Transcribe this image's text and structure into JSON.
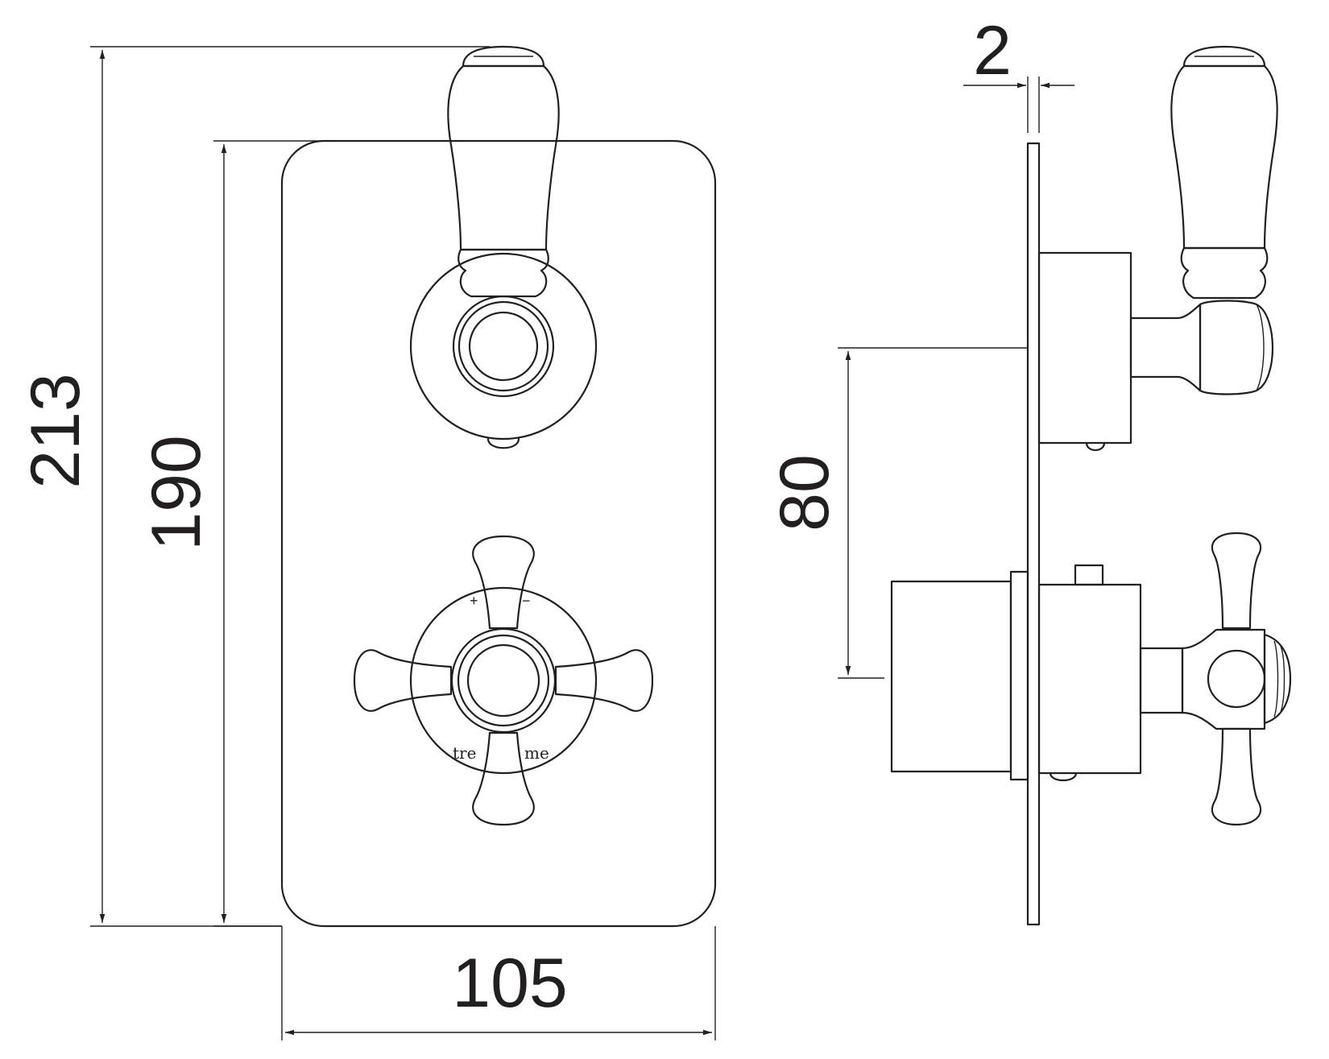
{
  "dimensions": {
    "overall_height": "213",
    "plate_height": "190",
    "plate_width": "105",
    "handle_spacing": "80",
    "plate_thickness": "2"
  },
  "dial_text": {
    "left": "tre",
    "right": "me"
  },
  "dial_signs": {
    "plus": "+",
    "minus": "−"
  }
}
